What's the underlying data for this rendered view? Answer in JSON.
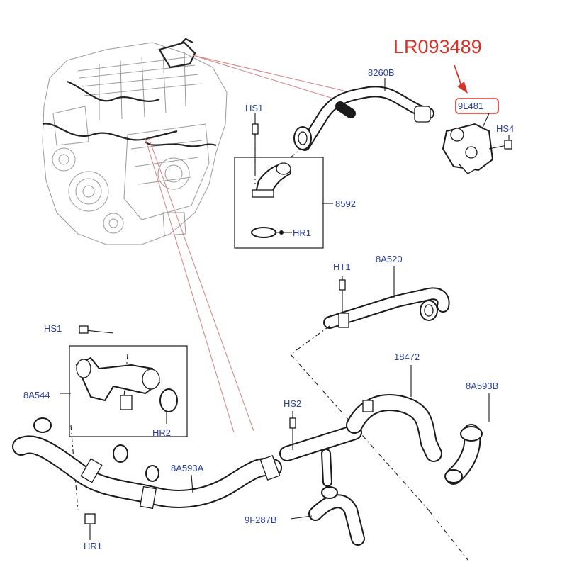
{
  "title": "LR093489",
  "labels": {
    "p8260B": "8260B",
    "p9L481": "9L481",
    "pHS4": "HS4",
    "pHS1_top": "HS1",
    "p8592": "8592",
    "pHR1": "HR1",
    "pHT1": "HT1",
    "p8A520": "8A520",
    "pHS1_left": "HS1",
    "p8A544": "8A544",
    "pHR2": "HR2",
    "p18472": "18472",
    "p8A593B": "8A593B",
    "pHS2": "HS2",
    "p8A593A": "8A593A",
    "p9F287B": "9F287B",
    "pHR_bottom": "HR1"
  },
  "colors": {
    "label": "#2b3f9e",
    "highlight": "#d8322a",
    "callout_lines": "#d88080"
  }
}
